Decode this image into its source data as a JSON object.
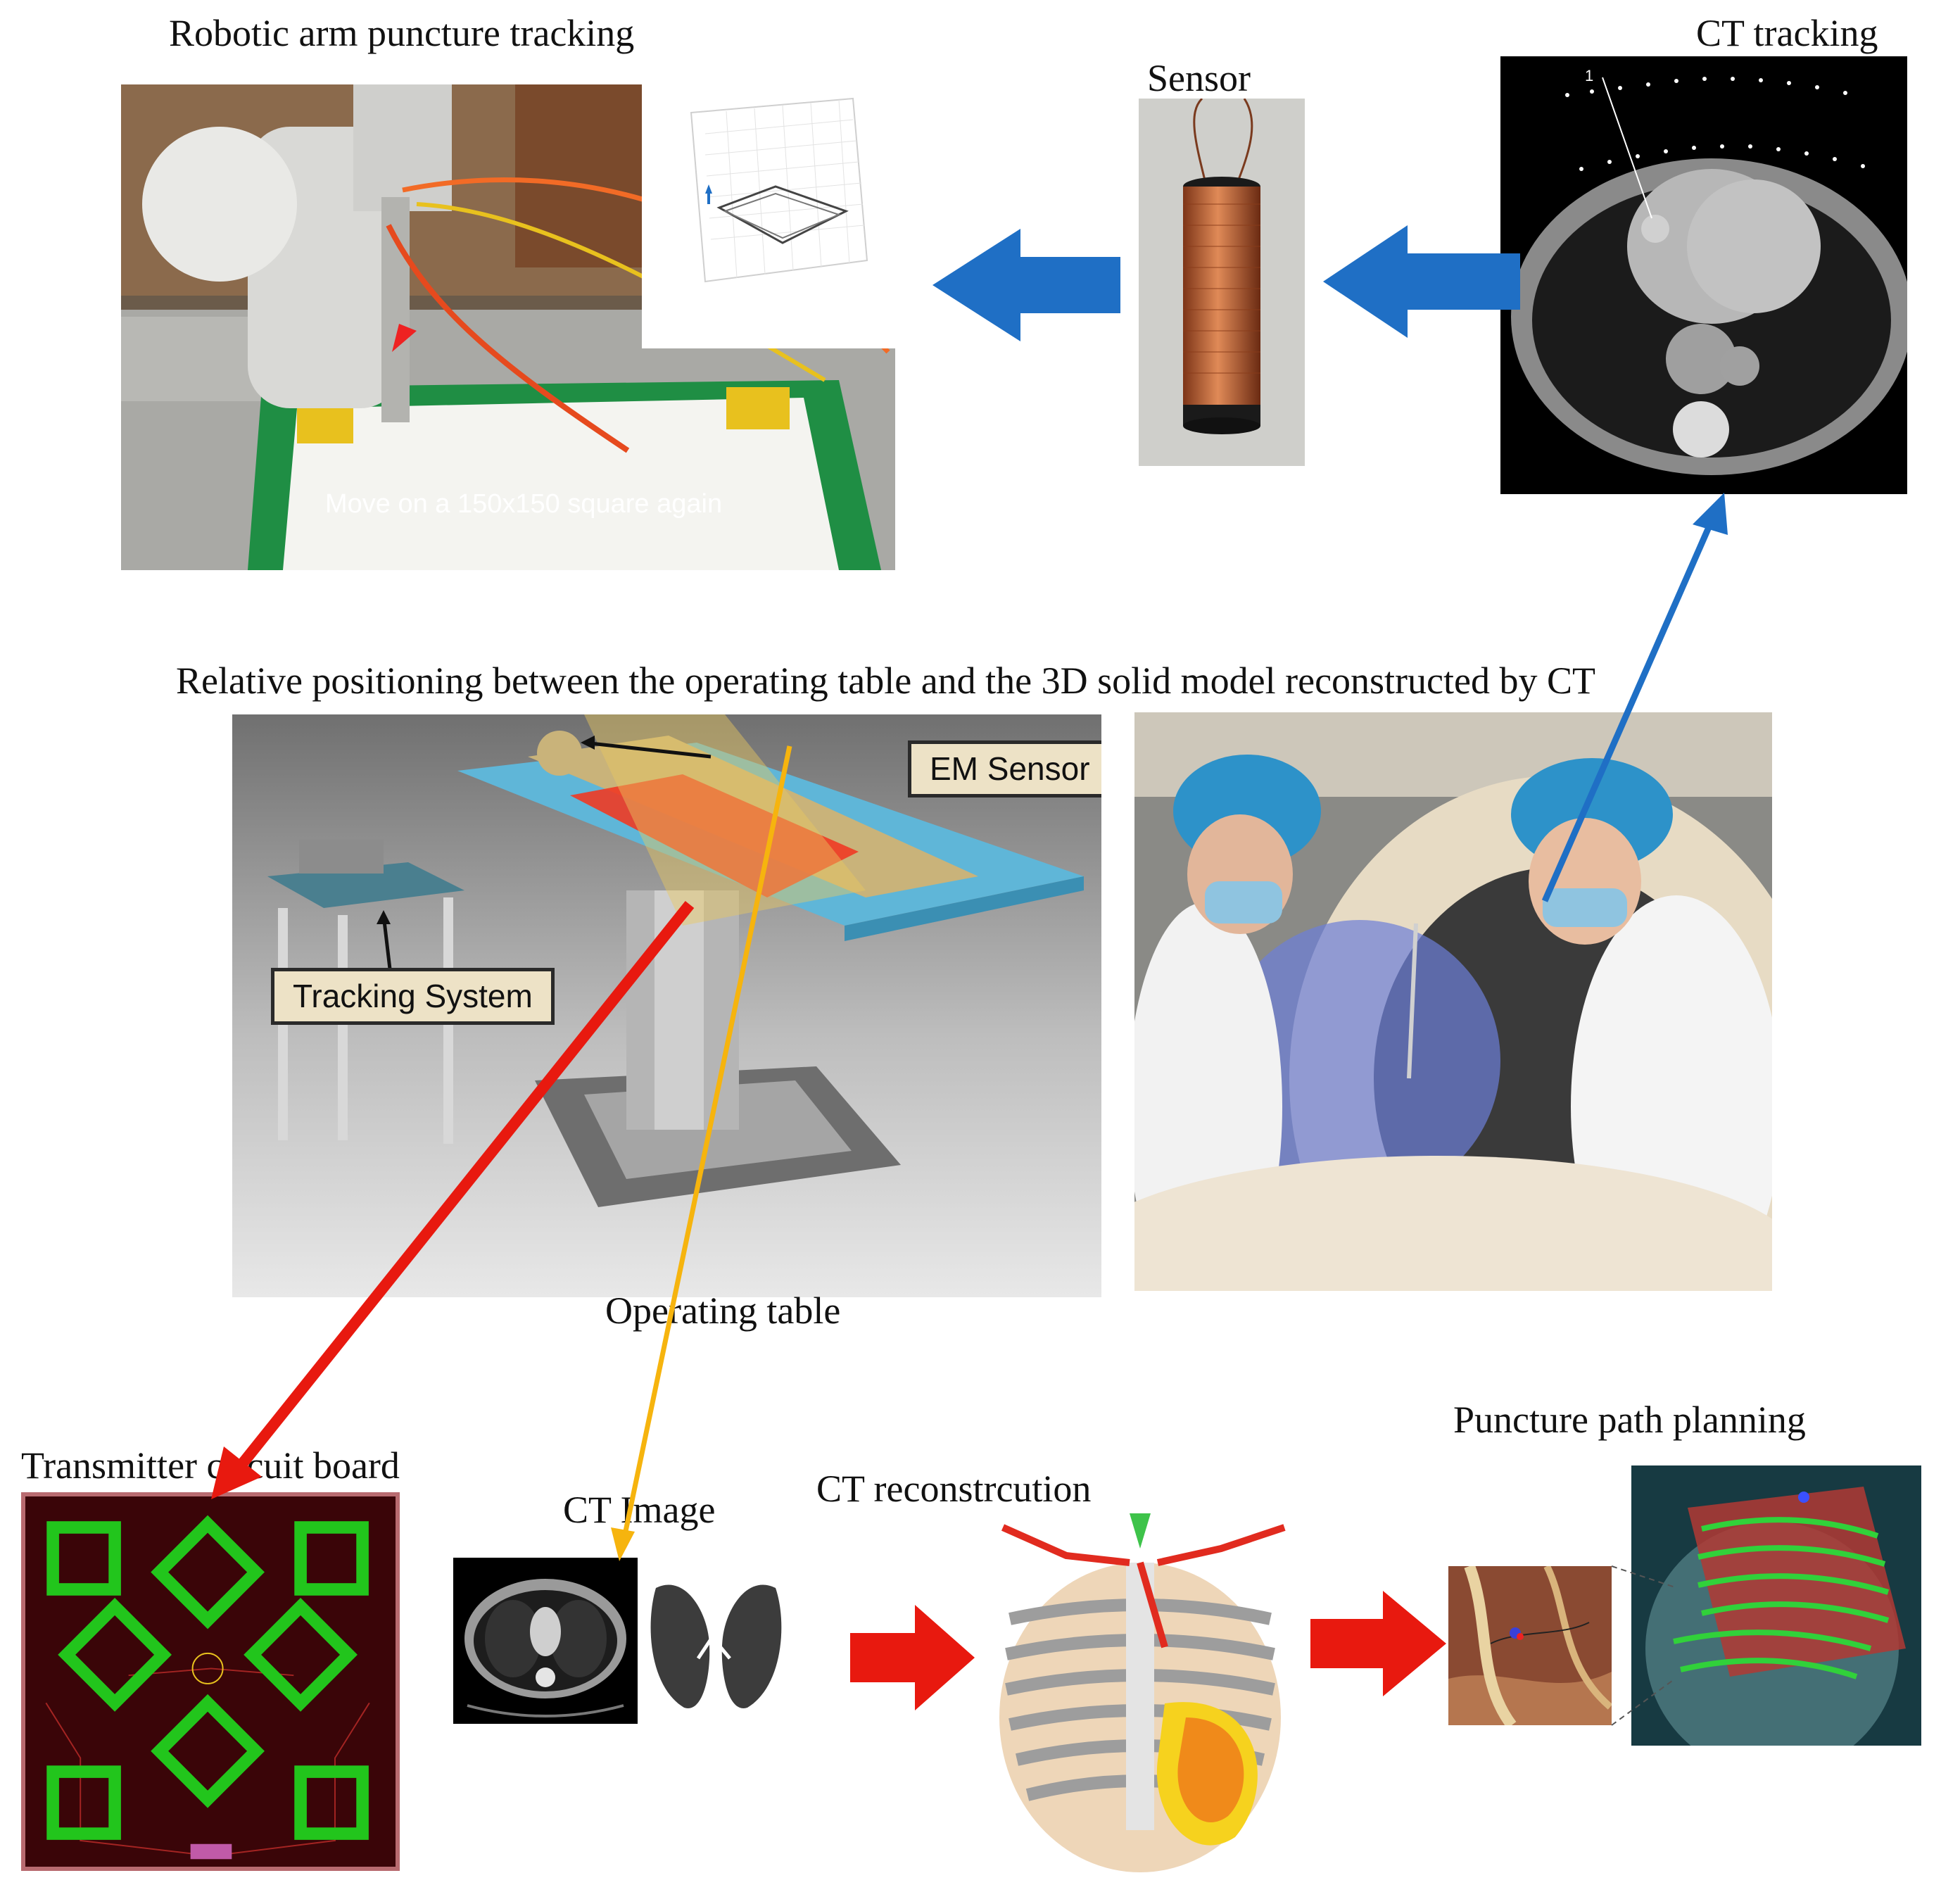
{
  "captions": {
    "robotic_arm": "Robotic arm puncture tracking",
    "sensor": "Sensor",
    "ct_tracking": "CT tracking",
    "relative_positioning": "Relative positioning between the operating table and the 3D solid model reconstructed by CT",
    "operating_table": "Operating table",
    "transmitter_board": "Transmitter circuit board",
    "ct_image": "CT  Image",
    "ct_reconstruction": "CT  reconstrcution",
    "puncture_path": "Puncture  path  planning"
  },
  "labels": {
    "robot_overlay": "Move on a 150x150 square again",
    "em_sensor": "EM Sensor",
    "tracking_system": "Tracking System",
    "ct_marker": "1"
  },
  "colors": {
    "blue_arrow": "#1f6fc5",
    "red_arrow": "#e8190f",
    "yellow_arrow": "#f6b40e",
    "pcb_bg": "#3a0508",
    "pcb_trace": "#22c51c"
  }
}
